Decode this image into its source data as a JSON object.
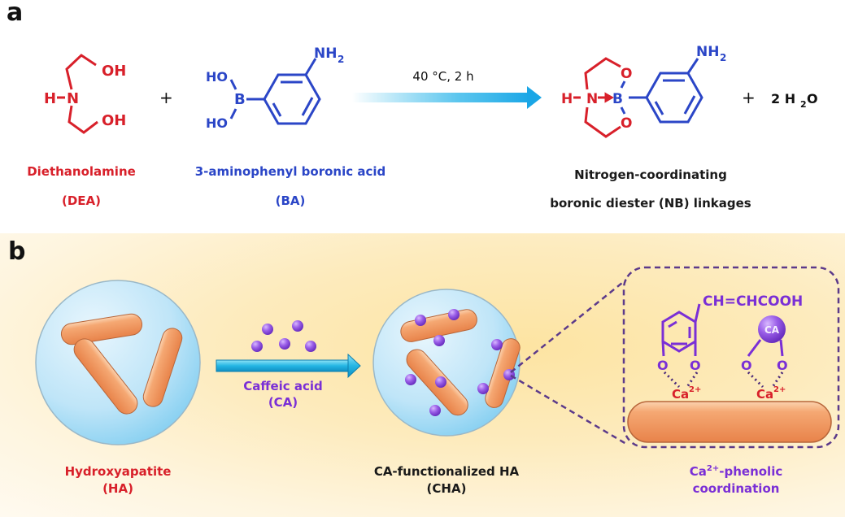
{
  "panel_a": {
    "label": "a",
    "reactant1": {
      "name": "Diethanolamine",
      "abbr": "(DEA)",
      "atoms": {
        "h": "H",
        "n": "N",
        "oh1": "OH",
        "oh2": "OH"
      }
    },
    "plus1": "+",
    "reactant2": {
      "name": "3-aminophenyl boronic acid",
      "abbr": "(BA)",
      "atoms": {
        "ho1": "HO",
        "ho2": "HO",
        "b": "B",
        "nh2": "NH",
        "sub2": "2"
      }
    },
    "condition": "40 °C, 2 h",
    "product": {
      "name_line1": "Nitrogen-coordinating",
      "name_line2": "boronic diester (NB) linkages",
      "atoms": {
        "h": "H",
        "n": "N",
        "b": "B",
        "o1": "O",
        "o2": "O",
        "nh2": "NH",
        "sub2": "2"
      }
    },
    "plus2": "+",
    "byproduct": {
      "coef": "2 H",
      "sub": "2",
      "tail": "O"
    }
  },
  "panel_b": {
    "label": "b",
    "ha": {
      "name": "Hydroxyapatite",
      "abbr": "(HA)"
    },
    "reagent": {
      "name": "Caffeic acid",
      "abbr": "(CA)"
    },
    "cha": {
      "name": "CA-functionalized HA",
      "abbr": "(CHA)"
    },
    "inset": {
      "substituent": "CH=CHCOOH",
      "o_labels": [
        "O",
        "O",
        "O",
        "O"
      ],
      "ca_bead": "CA",
      "calcium": "Ca",
      "calcium_charge": "2+",
      "caption_ion": "Ca",
      "caption_charge": "2+",
      "caption_line1_tail": "-phenolic",
      "caption_line2": "coordination"
    }
  },
  "colors": {
    "dea_red": "#d8202a",
    "ba_blue": "#2b46c7",
    "caffeic_purple": "#7a2fd6",
    "rod_orange": "#f0935a",
    "arrow_cyan": "#1fb3e8"
  }
}
